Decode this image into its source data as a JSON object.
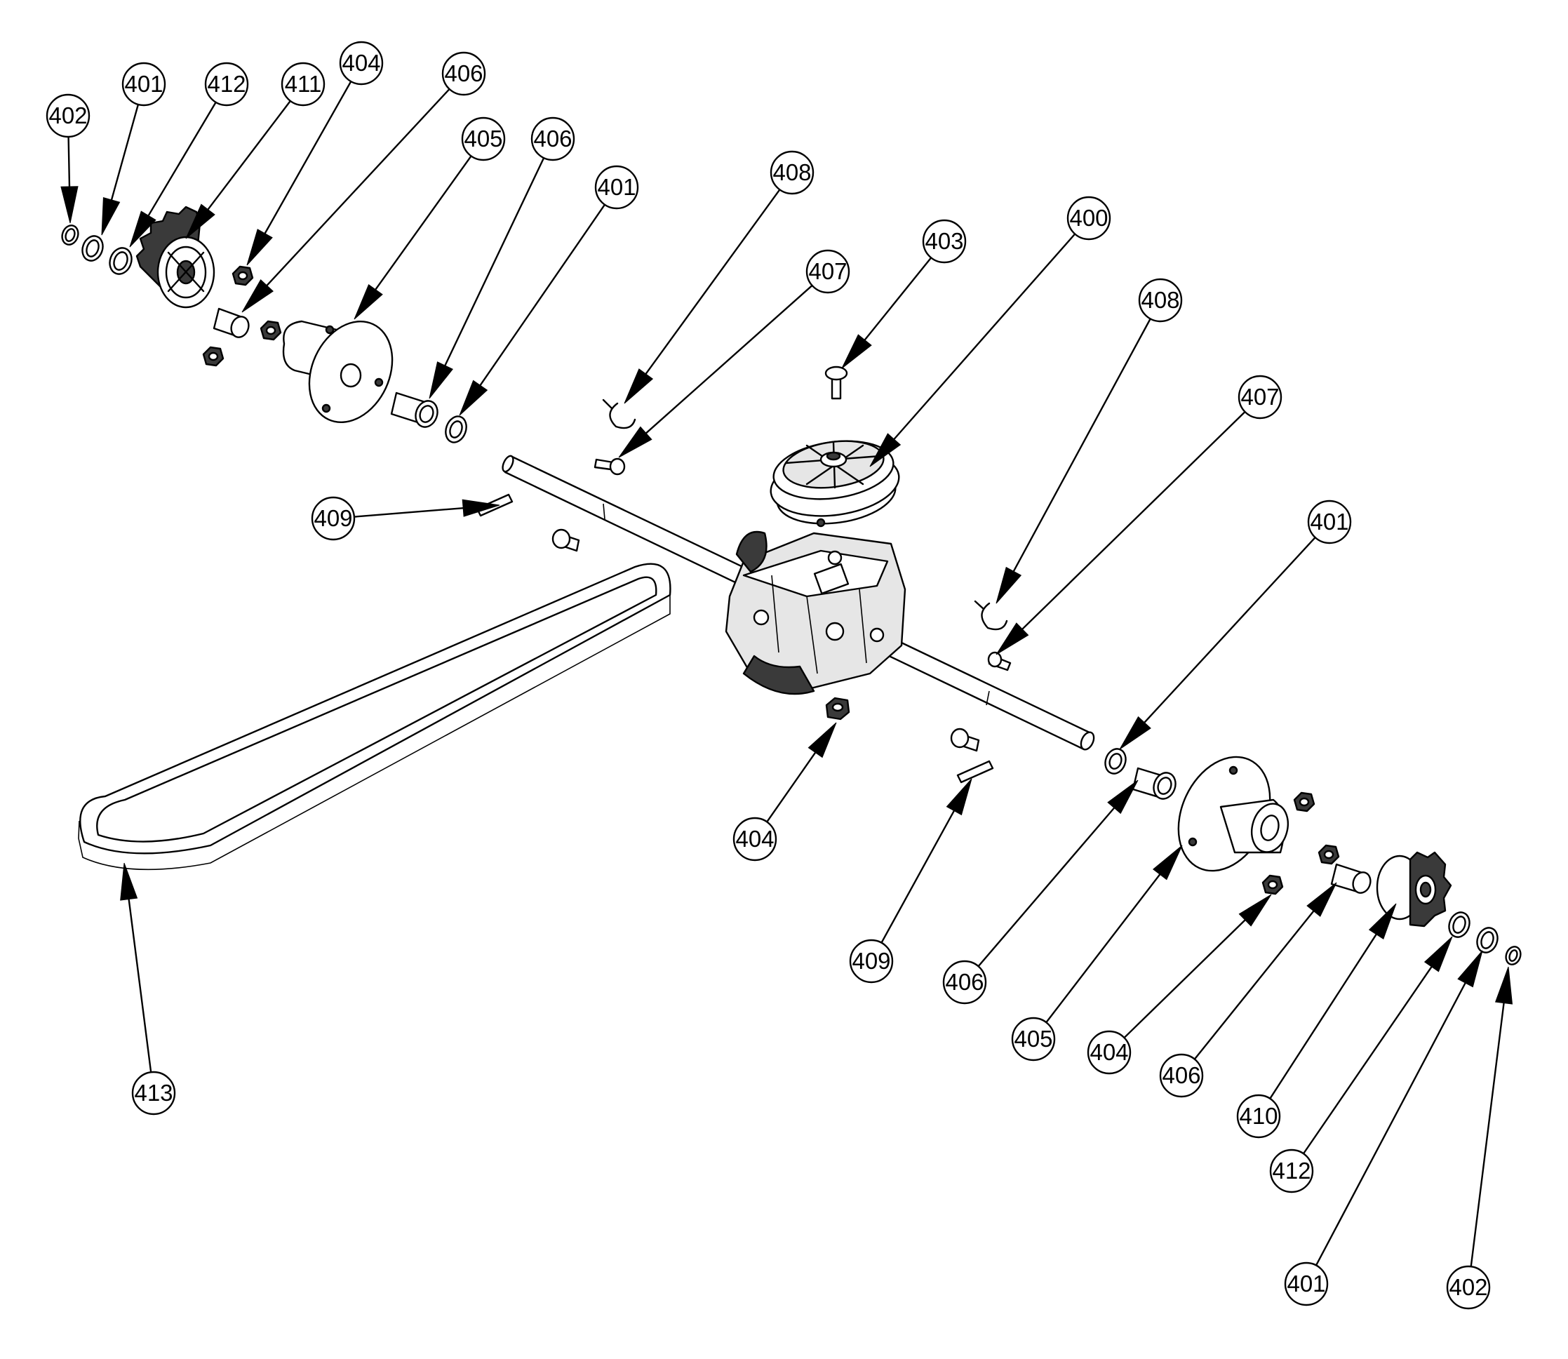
{
  "colors": {
    "line": "#000000",
    "background": "#ffffff",
    "shade": "#e6e6e6",
    "dark": "#3a3a3a"
  },
  "callouts": [
    {
      "id": "c402a",
      "label": "402"
    },
    {
      "id": "c401a",
      "label": "401"
    },
    {
      "id": "c412a",
      "label": "412"
    },
    {
      "id": "c411",
      "label": "411"
    },
    {
      "id": "c404a",
      "label": "404"
    },
    {
      "id": "c406a",
      "label": "406"
    },
    {
      "id": "c405a",
      "label": "405"
    },
    {
      "id": "c406b",
      "label": "406"
    },
    {
      "id": "c401b",
      "label": "401"
    },
    {
      "id": "c408a",
      "label": "408"
    },
    {
      "id": "c407a",
      "label": "407"
    },
    {
      "id": "c403",
      "label": "403"
    },
    {
      "id": "c400",
      "label": "400"
    },
    {
      "id": "c408b",
      "label": "408"
    },
    {
      "id": "c407b",
      "label": "407"
    },
    {
      "id": "c401c",
      "label": "401"
    },
    {
      "id": "c409a",
      "label": "409"
    },
    {
      "id": "c404b",
      "label": "404"
    },
    {
      "id": "c409b",
      "label": "409"
    },
    {
      "id": "c406c",
      "label": "406"
    },
    {
      "id": "c405b",
      "label": "405"
    },
    {
      "id": "c404c",
      "label": "404"
    },
    {
      "id": "c406d",
      "label": "406"
    },
    {
      "id": "c410",
      "label": "410"
    },
    {
      "id": "c412b",
      "label": "412"
    },
    {
      "id": "c401d",
      "label": "401"
    },
    {
      "id": "c402b",
      "label": "402"
    },
    {
      "id": "c413",
      "label": "413"
    }
  ]
}
